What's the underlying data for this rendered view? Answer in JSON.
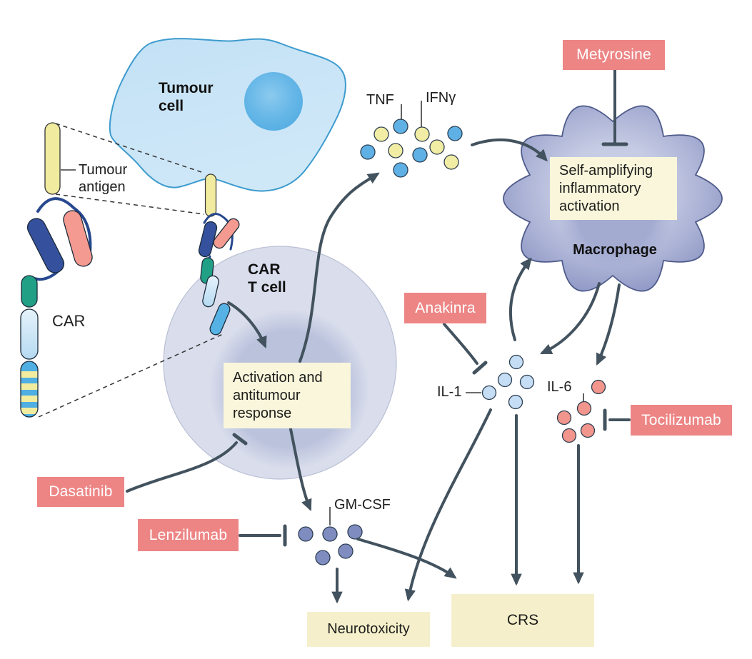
{
  "figure": {
    "cells": {
      "tumour": {
        "label": "Tumour\ncell"
      },
      "car_t": {
        "label": "CAR\nT cell"
      },
      "macrophage": {
        "label": "Macrophage"
      }
    },
    "molecules": {
      "tumour_antigen": {
        "label": "Tumour\nantigen"
      },
      "car": {
        "label": "CAR"
      }
    },
    "cytokines": {
      "tnf": {
        "label": "TNF",
        "dot_color": "#5fb1e5"
      },
      "ifng": {
        "label": "IFNγ",
        "dot_color": "#f2eda4"
      },
      "il1": {
        "label": "IL-1",
        "dot_color": "#c5def5"
      },
      "il6": {
        "label": "IL-6",
        "dot_color": "#f2958d"
      },
      "gmcsf": {
        "label": "GM-CSF",
        "dot_color": "#7f8cc0"
      }
    },
    "drugs": {
      "metyrosine": {
        "label": "Metyrosine"
      },
      "anakinra": {
        "label": "Anakinra"
      },
      "tocilizumab": {
        "label": "Tocilizumab"
      },
      "dasatinib": {
        "label": "Dasatinib"
      },
      "lenzilumab": {
        "label": "Lenzilumab"
      }
    },
    "processes": {
      "activation": {
        "label": "Activation and\nantitumour\nresponse"
      },
      "self_amplifying": {
        "label": "Self-amplifying\ninflammatory\nactivation"
      }
    },
    "outcomes": {
      "neurotoxicity": {
        "label": "Neurotoxicity"
      },
      "crs": {
        "label": "CRS"
      }
    },
    "colors": {
      "drug_box": "#ed8585",
      "process_box": "#f9f6dc",
      "outcome_box": "#f5f0cb",
      "arrow": "#42525e",
      "tumour_cell_fill": "#c8e4f6",
      "tumour_cell_stroke": "#3d9bce",
      "car_t_cell_fill": "#d9ddec",
      "car_t_nucleus": "#bac2dc",
      "macrophage_fill": "#aab1d4",
      "macrophage_stroke": "#4f5b8a",
      "antigen_fill": "#f0eb9f"
    },
    "interactions": [
      {
        "from": "CAR engagement",
        "to": "Activation and antitumour response",
        "type": "activates"
      },
      {
        "from": "Activation and antitumour response",
        "to": "TNF / IFNγ",
        "type": "releases"
      },
      {
        "from": "TNF / IFNγ",
        "to": "Macrophage",
        "type": "activates"
      },
      {
        "from": "Metyrosine",
        "to": "Macrophage",
        "type": "inhibits"
      },
      {
        "from": "Macrophage",
        "to": "IL-1",
        "type": "releases"
      },
      {
        "from": "IL-1",
        "to": "Macrophage",
        "type": "activates"
      },
      {
        "from": "Macrophage",
        "to": "IL-6",
        "type": "releases"
      },
      {
        "from": "Anakinra",
        "to": "IL-1",
        "type": "inhibits"
      },
      {
        "from": "Tocilizumab",
        "to": "IL-6",
        "type": "inhibits"
      },
      {
        "from": "Dasatinib",
        "to": "Activation and antitumour response",
        "type": "inhibits"
      },
      {
        "from": "Activation and antitumour response",
        "to": "GM-CSF",
        "type": "releases"
      },
      {
        "from": "Lenzilumab",
        "to": "GM-CSF",
        "type": "inhibits"
      },
      {
        "from": "GM-CSF",
        "to": "Neurotoxicity",
        "type": "promotes"
      },
      {
        "from": "GM-CSF",
        "to": "CRS",
        "type": "promotes"
      },
      {
        "from": "IL-1",
        "to": "Neurotoxicity",
        "type": "promotes"
      },
      {
        "from": "IL-1",
        "to": "CRS",
        "type": "promotes"
      },
      {
        "from": "IL-6",
        "to": "CRS",
        "type": "promotes"
      }
    ]
  }
}
